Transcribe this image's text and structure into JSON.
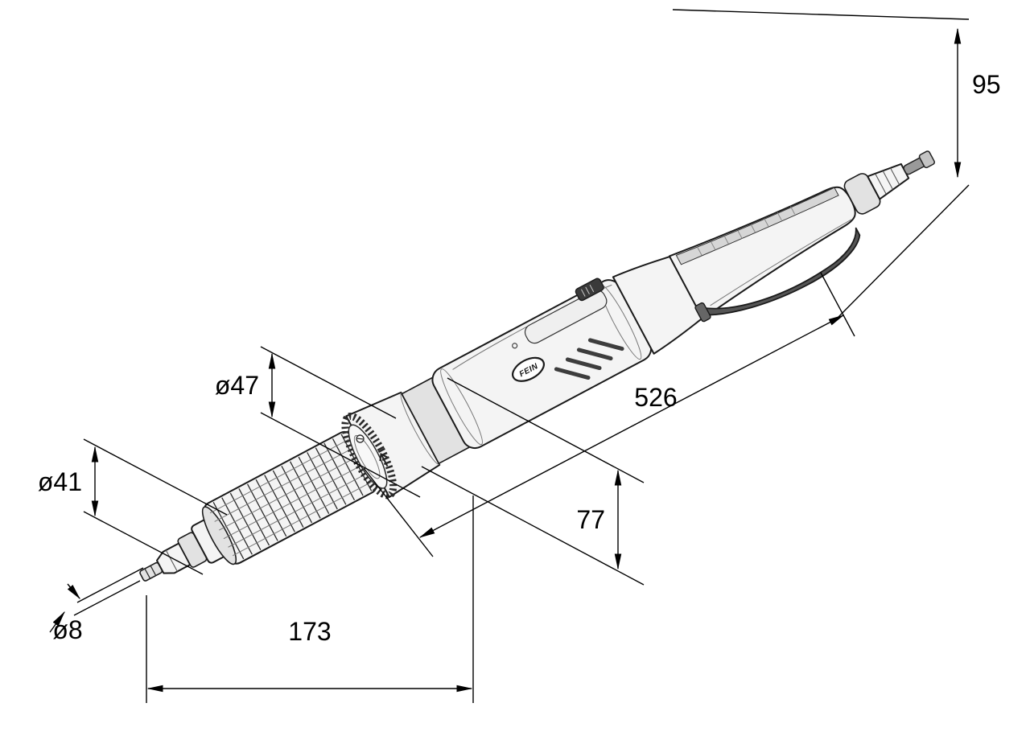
{
  "figure": {
    "brand_badge": "FEIN",
    "background_color": "#ffffff",
    "line_color": "#1a1a1a"
  },
  "dimensions": {
    "rear_height": {
      "label": "95"
    },
    "overall_length": {
      "label": "526"
    },
    "body_height": {
      "label": "77"
    },
    "front_section_length": {
      "label": "173"
    },
    "collar_diameter": {
      "label": "ø47"
    },
    "grip_diameter": {
      "label": "ø41"
    },
    "spindle_diameter": {
      "label": "ø8"
    }
  }
}
